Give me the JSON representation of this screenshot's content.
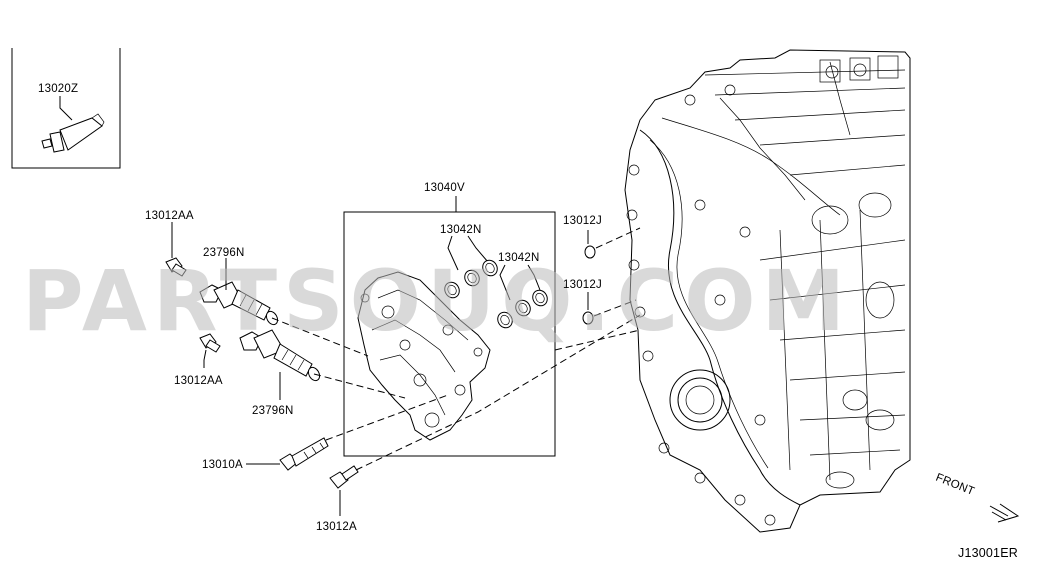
{
  "diagram": {
    "diagram_code": "J13001ER",
    "watermark": "PARTSOUQ.COM",
    "direction_label": "FRONT",
    "parts": [
      {
        "id": "13020Z"
      },
      {
        "id": "13040V"
      },
      {
        "id": "13042N"
      },
      {
        "id": "13042N"
      },
      {
        "id": "13012AA"
      },
      {
        "id": "23796N"
      },
      {
        "id": "13012AA"
      },
      {
        "id": "23796N"
      },
      {
        "id": "13012J"
      },
      {
        "id": "13012J"
      },
      {
        "id": "13010A"
      },
      {
        "id": "13012A"
      }
    ]
  }
}
